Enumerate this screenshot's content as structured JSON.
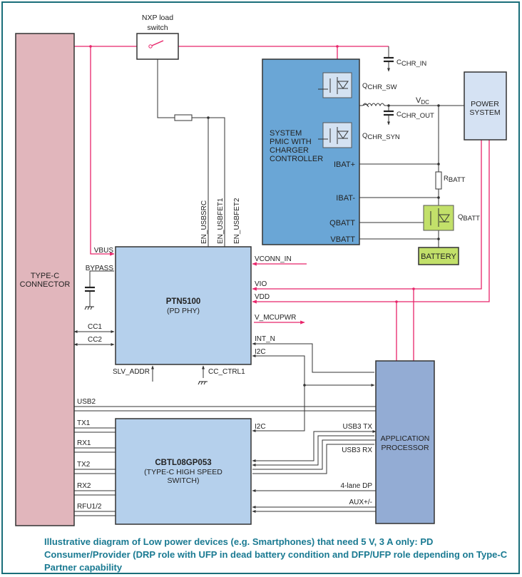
{
  "colors": {
    "frame": "#1a6e7a",
    "connector_fill": "#e1b6bc",
    "pmic_fill": "#6aa6d6",
    "chip_fill": "#b5d0ec",
    "ap_fill": "#93acd4",
    "power_fill": "#d5e2f3",
    "battery_fill": "#c2e06a",
    "power_line": "#e8246a",
    "signal_line": "#333333",
    "caption": "#1a7a92"
  },
  "blocks": {
    "load_switch": {
      "label_line1": "NXP load",
      "label_line2": "switch"
    },
    "connector": {
      "line1": "TYPE-C",
      "line2": "CONNECTOR"
    },
    "pmic": {
      "line1": "SYSTEM",
      "line2": "PMIC WITH",
      "line3": "CHARGER",
      "line4": "CONTROLLER"
    },
    "power_system": {
      "line1": "POWER",
      "line2": "SYSTEM"
    },
    "battery": {
      "label": "BATTERY"
    },
    "ptn": {
      "name": "PTN5100",
      "subtitle": "(PD PHY)"
    },
    "cbtl": {
      "name": "CBTL08GP053",
      "subtitle1": "(TYPE-C HIGH SPEED",
      "subtitle2": "SWITCH)"
    },
    "ap": {
      "line1": "APPLICATION",
      "line2": "PROCESSOR"
    }
  },
  "components": {
    "c_chr_in": {
      "main": "C",
      "sub": "CHR_IN"
    },
    "q_chr_sw": {
      "main": "Q",
      "sub": "CHR_SW"
    },
    "q_chr_syn": {
      "main": "Q",
      "sub": "CHR_SYN"
    },
    "c_chr_out": {
      "main": "C",
      "sub": "CHR_OUT"
    },
    "vdc": {
      "main": "V",
      "sub": "DC"
    },
    "r_batt": {
      "main": "R",
      "sub": "BATT"
    },
    "q_batt": {
      "main": "Q",
      "sub": "BATT"
    }
  },
  "pins": {
    "pmic": [
      "IBAT+",
      "IBAT-",
      "QBATT",
      "VBATT"
    ],
    "ptn_top": [
      "EN_USBSRC",
      "EN_USBFET1",
      "EN_USBFET2"
    ],
    "ptn_left": [
      "VBUS",
      "BYPASS",
      "CC1",
      "CC2"
    ],
    "ptn_right": [
      "VCONN_IN",
      "VIO",
      "VDD",
      "V_MCUPWR",
      "INT_N",
      "I2C"
    ],
    "ptn_bottom": [
      "SLV_ADDR",
      "CC_CTRL1"
    ],
    "conn_signals": [
      "USB2",
      "TX1",
      "RX1",
      "TX2",
      "RX2",
      "RFU1/2"
    ],
    "cbtl_right": [
      "I2C",
      "USB3 TX",
      "USB3 RX",
      "4-lane DP",
      "AUX+/-"
    ]
  },
  "caption": "Illustrative diagram of Low power devices (e.g. Smartphones) that need 5 V, 3 A only: PD Consumer/Provider (DRP role with UFP in dead battery condition and DFP/UFP role depending on Type-C Partner capability"
}
